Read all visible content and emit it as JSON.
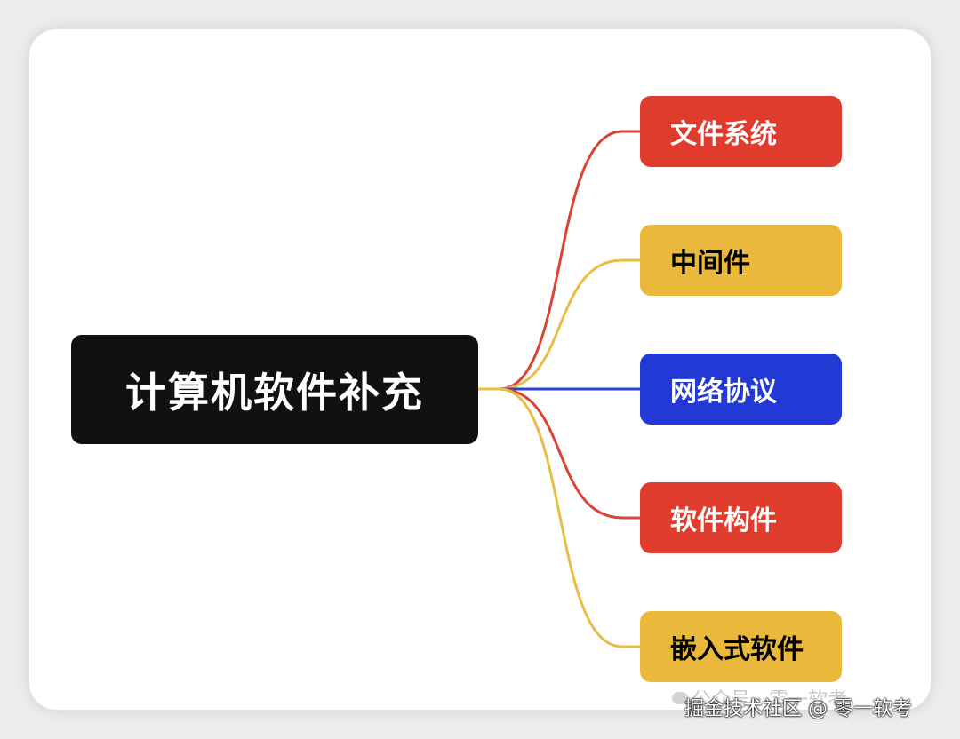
{
  "root": {
    "label": "计算机软件补充"
  },
  "branches": [
    {
      "label": "文件系统",
      "color": "#e03c2d",
      "line_color": "#d94535",
      "variant": "red"
    },
    {
      "label": "中间件",
      "color": "#eab93b",
      "line_color": "#e8bd45",
      "variant": "yellow"
    },
    {
      "label": "网络协议",
      "color": "#2339d6",
      "line_color": "#2c45d0",
      "variant": "blue"
    },
    {
      "label": "软件构件",
      "color": "#e03c2d",
      "line_color": "#d94535",
      "variant": "red"
    },
    {
      "label": "嵌入式软件",
      "color": "#eab93b",
      "line_color": "#e8bd45",
      "variant": "yellow"
    }
  ],
  "watermark": {
    "faded": "公众号 · 零一软考",
    "main": "掘金技术社区 @ 零一软考"
  }
}
